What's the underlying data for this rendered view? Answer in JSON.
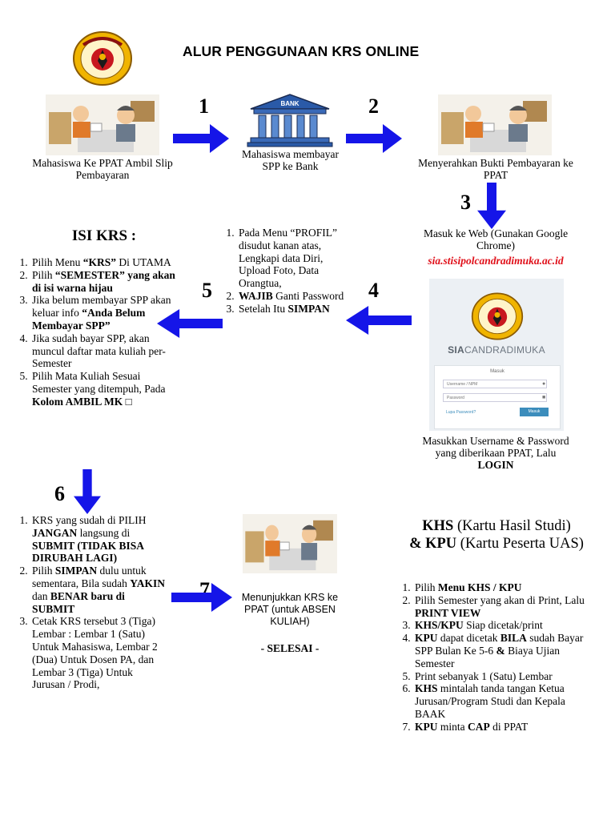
{
  "title": "ALUR PENGGUNAAN KRS ONLINE",
  "steps": {
    "n1": "1",
    "n2": "2",
    "n3": "3",
    "n4": "4",
    "n5": "5",
    "n6": "6",
    "n7": "7"
  },
  "captions": {
    "ppat_slip": "Mahasiswa Ke PPAT Ambil Slip Pembayaran",
    "bank_label": "BANK",
    "bank": "Mahasiswa membayar SPP ke Bank",
    "bukti": "Menyerahkan Bukti  Pembayaran ke PPAT",
    "web": "Masuk ke Web (Gunakan Google Chrome)",
    "url": "sia.stisipolcandradimuka.ac.id",
    "login_line1": "Masukkan Username & Password",
    "login_line2": "yang diberikaan PPAT, Lalu",
    "login_bold": "LOGIN",
    "absen": "Menunjukkan KRS ke PPAT (untuk ABSEN KULIAH)",
    "selesai": "- SELESAI -"
  },
  "login_ui": {
    "brand_bold": "SIA",
    "brand_rest": "CANDRADIMUKA",
    "form_title": "Masuk",
    "username_placeholder": "Username / NPM",
    "password_placeholder": "Password",
    "forgot": "Lupa Password?",
    "submit": "Masuk"
  },
  "profil": {
    "items": [
      {
        "pre": "Pada Menu “PROFIL” disudut kanan atas,  Lengkapi data Diri, Upload Foto, Data Orangtua,",
        "bold": "",
        "post": ""
      },
      {
        "pre": "",
        "bold": "WAJIB",
        "post": " Ganti Password"
      },
      {
        "pre": "Setelah Itu ",
        "bold": "SIMPAN",
        "post": ""
      }
    ]
  },
  "isi_krs": {
    "heading": "ISI KRS :",
    "i1_a": "Pilih Menu ",
    "i1_b": "“KRS”",
    "i1_c": " Di UTAMA",
    "i2_a": "Pilih ",
    "i2_b": "“SEMESTER” yang akan di isi warna hijau",
    "i3_a": "Jika belum membayar SPP akan keluar info ",
    "i3_b": "“Anda Belum Membayar SPP”",
    "i4": "Jika sudah bayar SPP, akan muncul daftar mata kuliah per-Semester",
    "i5_a": "Pilih Mata Kuliah Sesuai Semester yang ditempuh, Pada ",
    "i5_b": "Kolom AMBIL MK □"
  },
  "krs_submit": {
    "i1_a": "KRS yang sudah di PILIH ",
    "i1_b": "JANGAN",
    "i1_c": " langsung di ",
    "i1_d": "SUBMIT (TIDAK BISA DIRUBAH LAGI)",
    "i2_a": "Pilih ",
    "i2_b": "SIMPAN",
    "i2_c": " dulu untuk sementara, Bila sudah ",
    "i2_d": "YAKIN",
    "i2_e": " dan ",
    "i2_f": "BENAR baru di SUBMIT",
    "i3": "Cetak KRS tersebut 3 (Tiga) Lembar : Lembar 1 (Satu) Untuk Mahasiswa, Lembar 2 (Dua) Untuk Dosen PA, dan Lembar 3 (Tiga) Untuk Jurusan / Prodi,"
  },
  "khs": {
    "h_bold1": "KHS",
    "h_rest1": " (Kartu Hasil Studi)",
    "h_bold2": "& KPU",
    "h_rest2": " (Kartu Peserta UAS)",
    "i1_a": "Pilih ",
    "i1_b": "Menu KHS / KPU",
    "i2_a": "Pilih Semester yang akan di Print, Lalu ",
    "i2_b": "PRINT VIEW",
    "i3_b": "KHS/KPU",
    "i3_a": " Siap dicetak/print",
    "i4_b1": "KPU",
    "i4_a": " dapat dicetak ",
    "i4_b2": "BILA",
    "i4_c": " sudah Bayar SPP Bulan Ke  5-6 ",
    "i4_b3": "&",
    "i4_d": " Biaya Ujian Semester",
    "i5": "Print sebanyak 1 (Satu) Lembar",
    "i6_b": "KHS",
    "i6_a": " mintalah tanda tangan Ketua Jurusan/Program Studi dan Kepala BAAK",
    "i7_b1": "KPU",
    "i7_a": " minta ",
    "i7_b2": "CAP",
    "i7_c": " di PPAT"
  },
  "colors": {
    "arrow": "#1515e8",
    "url": "#e0101a",
    "login_button": "#3c8dbc"
  }
}
